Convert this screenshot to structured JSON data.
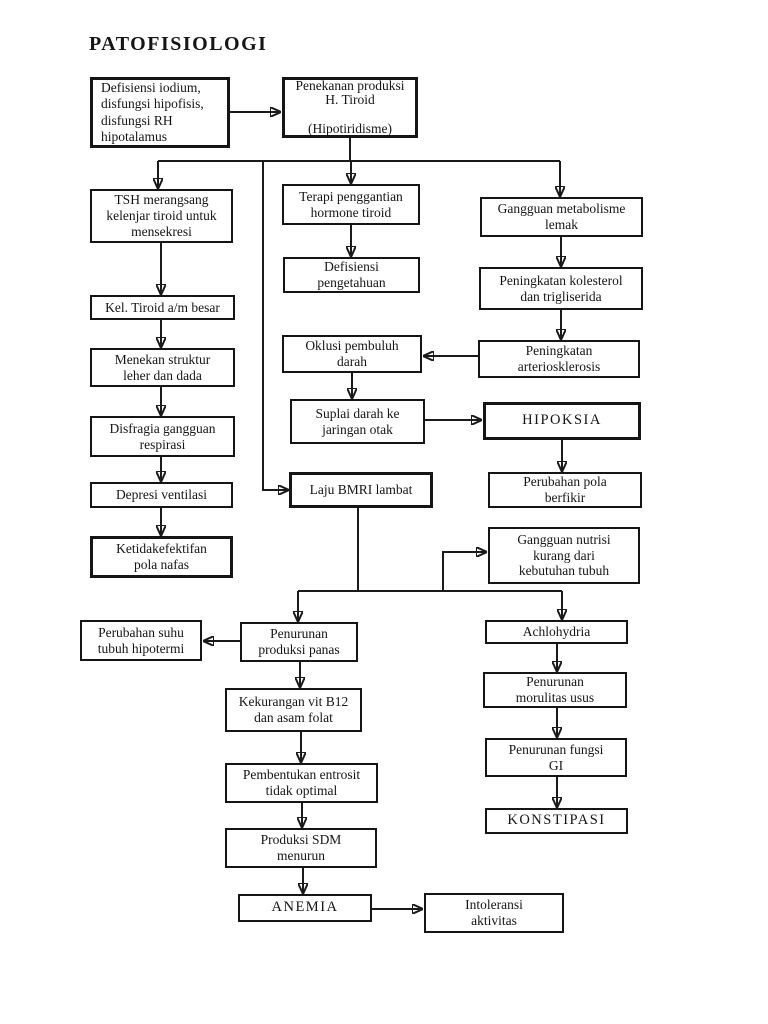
{
  "title": "PATOFISIOLOGI",
  "colors": {
    "background": "#ffffff",
    "line": "#1a1a1a",
    "text": "#151515"
  },
  "nodes": {
    "defisiensi": {
      "label": "Defisiensi iodium,\ndisfungsi hipofisis,\ndisfungsi RH\nhipotalamus"
    },
    "penekanan": {
      "label": "Penekanan produksi\nH. Tiroid\n\n(Hipotiridisme)"
    },
    "tsh": {
      "label": "TSH merangsang\nkelenjar tiroid untuk\nmensekresi"
    },
    "kel_tiroid": {
      "label": "Kel. Tiroid a/m besar"
    },
    "menekan": {
      "label": "Menekan struktur\nleher dan dada"
    },
    "disfragia": {
      "label": "Disfragia gangguan\nrespirasi"
    },
    "depresi": {
      "label": "Depresi ventilasi"
    },
    "ketidakefektifan": {
      "label": "Ketidakefektifan\npola nafas"
    },
    "terapi": {
      "label": "Terapi penggantian\nhormone tiroid"
    },
    "defisiensi_pengetahuan": {
      "label": "Defisiensi\npengetahuan"
    },
    "oklusi": {
      "label": "Oklusi pembuluh\ndarah"
    },
    "suplai": {
      "label": "Suplai darah ke\njaringan otak"
    },
    "laju_bmri": {
      "label": "Laju BMRI lambat"
    },
    "gangguan_metabolisme": {
      "label": "Gangguan metabolisme\nlemak"
    },
    "peningkatan_kolesterol": {
      "label": "Peningkatan kolesterol\ndan trigliserida"
    },
    "peningkatan_arteriosklerosis": {
      "label": "Peningkatan\narteriosklerosis"
    },
    "hipoksia": {
      "label": "HIPOKSIA"
    },
    "perubahan_pola": {
      "label": "Perubahan pola\nberfikir"
    },
    "gangguan_nutrisi": {
      "label": "Gangguan nutrisi\nkurang dari\nkebutuhan tubuh"
    },
    "perubahan_suhu": {
      "label": "Perubahan suhu\ntubuh hipotermi"
    },
    "penurunan_panas": {
      "label": "Penurunan\nproduksi panas"
    },
    "kekurangan_b12": {
      "label": "Kekurangan vit B12\ndan asam folat"
    },
    "achlohydria": {
      "label": "Achlohydria"
    },
    "penurunan_morulitas": {
      "label": "Penurunan\nmorulitas usus"
    },
    "penurunan_fungsi_gi": {
      "label": "Penurunan fungsi\nGI"
    },
    "konstipasi": {
      "label": "KONSTIPASI"
    },
    "pembentukan_entrosit": {
      "label": "Pembentukan entrosit\ntidak optimal"
    },
    "produksi_sdm": {
      "label": "Produksi SDM\nmenurun"
    },
    "anemia": {
      "label": "ANEMIA"
    },
    "intoleransi": {
      "label": "Intoleransi\naktivitas"
    }
  },
  "edges": [
    {
      "from": "defisiensi",
      "to": "penekanan"
    },
    {
      "from": "penekanan",
      "to": "tsh"
    },
    {
      "from": "penekanan",
      "to": "terapi"
    },
    {
      "from": "penekanan",
      "to": "gangguan_metabolisme"
    },
    {
      "from": "penekanan",
      "to": "laju_bmri"
    },
    {
      "from": "tsh",
      "to": "kel_tiroid"
    },
    {
      "from": "kel_tiroid",
      "to": "menekan"
    },
    {
      "from": "menekan",
      "to": "disfragia"
    },
    {
      "from": "disfragia",
      "to": "depresi"
    },
    {
      "from": "depresi",
      "to": "ketidakefektifan"
    },
    {
      "from": "terapi",
      "to": "defisiensi_pengetahuan"
    },
    {
      "from": "gangguan_metabolisme",
      "to": "peningkatan_kolesterol"
    },
    {
      "from": "peningkatan_kolesterol",
      "to": "peningkatan_arteriosklerosis"
    },
    {
      "from": "peningkatan_arteriosklerosis",
      "to": "oklusi"
    },
    {
      "from": "oklusi",
      "to": "suplai"
    },
    {
      "from": "suplai",
      "to": "hipoksia"
    },
    {
      "from": "hipoksia",
      "to": "perubahan_pola"
    },
    {
      "from": "laju_bmri",
      "to": "penurunan_panas"
    },
    {
      "from": "laju_bmri",
      "to": "achlohydria"
    },
    {
      "from": "laju_bmri",
      "to": "gangguan_nutrisi"
    },
    {
      "from": "penurunan_panas",
      "to": "perubahan_suhu"
    },
    {
      "from": "penurunan_panas",
      "to": "kekurangan_b12"
    },
    {
      "from": "kekurangan_b12",
      "to": "pembentukan_entrosit"
    },
    {
      "from": "pembentukan_entrosit",
      "to": "produksi_sdm"
    },
    {
      "from": "produksi_sdm",
      "to": "anemia"
    },
    {
      "from": "anemia",
      "to": "intoleransi"
    },
    {
      "from": "achlohydria",
      "to": "penurunan_morulitas"
    },
    {
      "from": "penurunan_morulitas",
      "to": "penurunan_fungsi_gi"
    },
    {
      "from": "penurunan_fungsi_gi",
      "to": "konstipasi"
    }
  ]
}
